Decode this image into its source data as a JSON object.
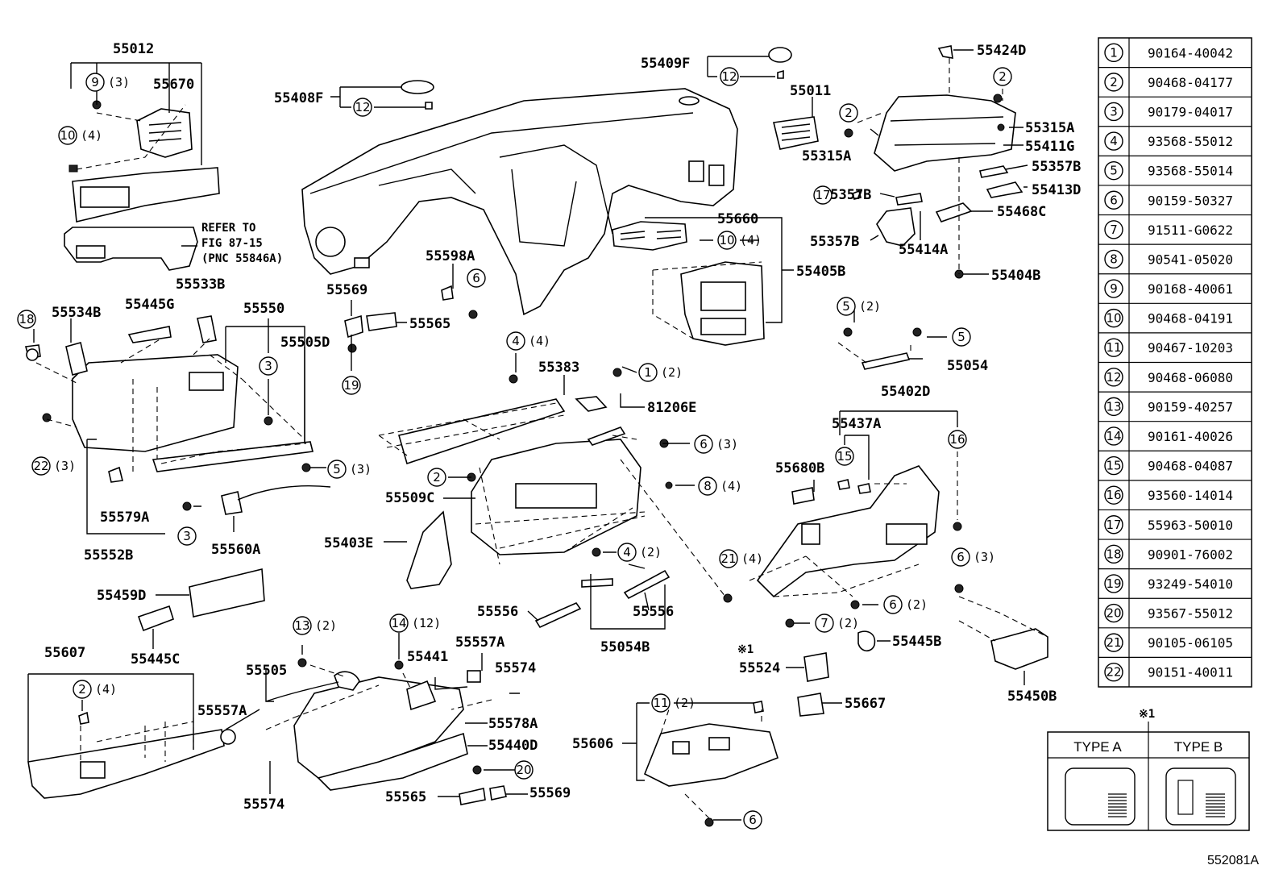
{
  "diagram_id": "552081A",
  "refer_note": [
    "REFER TO",
    "FIG 87-15",
    "(PNC 55846A)"
  ],
  "legend_title": "※1",
  "legend_types": [
    "TYPE A",
    "TYPE B"
  ],
  "part_table": [
    {
      "ref": "1",
      "part": "90164-40042"
    },
    {
      "ref": "2",
      "part": "90468-04177"
    },
    {
      "ref": "3",
      "part": "90179-04017"
    },
    {
      "ref": "4",
      "part": "93568-55012"
    },
    {
      "ref": "5",
      "part": "93568-55014"
    },
    {
      "ref": "6",
      "part": "90159-50327"
    },
    {
      "ref": "7",
      "part": "91511-G0622"
    },
    {
      "ref": "8",
      "part": "90541-05020"
    },
    {
      "ref": "9",
      "part": "90168-40061"
    },
    {
      "ref": "10",
      "part": "90468-04191"
    },
    {
      "ref": "11",
      "part": "90467-10203"
    },
    {
      "ref": "12",
      "part": "90468-06080"
    },
    {
      "ref": "13",
      "part": "90159-40257"
    },
    {
      "ref": "14",
      "part": "90161-40026"
    },
    {
      "ref": "15",
      "part": "90468-04087"
    },
    {
      "ref": "16",
      "part": "93560-14014"
    },
    {
      "ref": "17",
      "part": "55963-50010"
    },
    {
      "ref": "18",
      "part": "90901-76002"
    },
    {
      "ref": "19",
      "part": "93249-54010"
    },
    {
      "ref": "20",
      "part": "93567-55012"
    },
    {
      "ref": "21",
      "part": "90105-06105"
    },
    {
      "ref": "22",
      "part": "90151-40011"
    }
  ],
  "labels": [
    {
      "id": "l55012",
      "text": "55012"
    },
    {
      "id": "l55670",
      "text": "55670"
    },
    {
      "id": "l55409F",
      "text": "55409F"
    },
    {
      "id": "l55408F",
      "text": "55408F"
    },
    {
      "id": "l55011",
      "text": "55011"
    },
    {
      "id": "l55424D",
      "text": "55424D"
    },
    {
      "id": "l55315A_r",
      "text": "55315A"
    },
    {
      "id": "l55315A_l",
      "text": "55315A"
    },
    {
      "id": "l55411G",
      "text": "55411G"
    },
    {
      "id": "l55357B_r",
      "text": "55357B"
    },
    {
      "id": "l55357B_m",
      "text": "55357B"
    },
    {
      "id": "l55413D",
      "text": "55413D"
    },
    {
      "id": "l55468C",
      "text": "55468C"
    },
    {
      "id": "l55357B_l",
      "text": "55357B"
    },
    {
      "id": "l55414A",
      "text": "55414A"
    },
    {
      "id": "l55404B",
      "text": "55404B"
    },
    {
      "id": "l55660",
      "text": "55660"
    },
    {
      "id": "l55405B",
      "text": "55405B"
    },
    {
      "id": "l55598A",
      "text": "55598A"
    },
    {
      "id": "l55533B",
      "text": "55533B"
    },
    {
      "id": "l55534B",
      "text": "55534B"
    },
    {
      "id": "l55445G",
      "text": "55445G"
    },
    {
      "id": "l55550",
      "text": "55550"
    },
    {
      "id": "l55569_t",
      "text": "55569"
    },
    {
      "id": "l55565_t",
      "text": "55565"
    },
    {
      "id": "l55505D",
      "text": "55505D"
    },
    {
      "id": "l55383",
      "text": "55383"
    },
    {
      "id": "l81206E",
      "text": "81206E"
    },
    {
      "id": "l55054",
      "text": "55054"
    },
    {
      "id": "l55402D",
      "text": "55402D"
    },
    {
      "id": "l55437A",
      "text": "55437A"
    },
    {
      "id": "l55680B",
      "text": "55680B"
    },
    {
      "id": "l55509C",
      "text": "55509C"
    },
    {
      "id": "l55579A",
      "text": "55579A"
    },
    {
      "id": "l55560A",
      "text": "55560A"
    },
    {
      "id": "l55552B",
      "text": "55552B"
    },
    {
      "id": "l55403E",
      "text": "55403E"
    },
    {
      "id": "l55459D",
      "text": "55459D"
    },
    {
      "id": "l55445C",
      "text": "55445C"
    },
    {
      "id": "l55556_l",
      "text": "55556"
    },
    {
      "id": "l55556_r",
      "text": "55556"
    },
    {
      "id": "l55054B",
      "text": "55054B"
    },
    {
      "id": "l55607",
      "text": "55607"
    },
    {
      "id": "l55505",
      "text": "55505"
    },
    {
      "id": "l55557A_l",
      "text": "55557A"
    },
    {
      "id": "l55441",
      "text": "55441"
    },
    {
      "id": "l55557A_r",
      "text": "55557A"
    },
    {
      "id": "l55574_r",
      "text": "55574"
    },
    {
      "id": "l55578A",
      "text": "55578A"
    },
    {
      "id": "l55440D",
      "text": "55440D"
    },
    {
      "id": "l55574_b",
      "text": "55574"
    },
    {
      "id": "l55565_b",
      "text": "55565"
    },
    {
      "id": "l55569_b",
      "text": "55569"
    },
    {
      "id": "l55524",
      "text": "55524"
    },
    {
      "id": "l55667",
      "text": "55667"
    },
    {
      "id": "l55606",
      "text": "55606"
    },
    {
      "id": "l55445B",
      "text": "55445B"
    },
    {
      "id": "l55450B",
      "text": "55450B"
    },
    {
      "id": "lnote1",
      "text": "※1"
    }
  ],
  "callouts": [
    {
      "id": "c9",
      "num": "9",
      "qty": "(3)"
    },
    {
      "id": "c10a",
      "num": "10",
      "qty": "(4)"
    },
    {
      "id": "c12a",
      "num": "12",
      "qty": ""
    },
    {
      "id": "c12b",
      "num": "12",
      "qty": ""
    },
    {
      "id": "c2a",
      "num": "2",
      "qty": ""
    },
    {
      "id": "c2b",
      "num": "2",
      "qty": ""
    },
    {
      "id": "c17",
      "num": "17",
      "qty": ""
    },
    {
      "id": "c10b",
      "num": "10",
      "qty": "(4)"
    },
    {
      "id": "c6a",
      "num": "6",
      "qty": ""
    },
    {
      "id": "c18",
      "num": "18",
      "qty": ""
    },
    {
      "id": "c3a",
      "num": "3",
      "qty": ""
    },
    {
      "id": "c19",
      "num": "19",
      "qty": ""
    },
    {
      "id": "c4a",
      "num": "4",
      "qty": "(4)"
    },
    {
      "id": "c1",
      "num": "1",
      "qty": "(2)"
    },
    {
      "id": "c5a",
      "num": "5",
      "qty": "(2)"
    },
    {
      "id": "c5b",
      "num": "5",
      "qty": ""
    },
    {
      "id": "c16",
      "num": "16",
      "qty": ""
    },
    {
      "id": "c15",
      "num": "15",
      "qty": ""
    },
    {
      "id": "c22",
      "num": "22",
      "qty": "(3)"
    },
    {
      "id": "c5c",
      "num": "5",
      "qty": "(3)"
    },
    {
      "id": "c6b",
      "num": "6",
      "qty": "(3)"
    },
    {
      "id": "c2c",
      "num": "2",
      "qty": ""
    },
    {
      "id": "c8",
      "num": "8",
      "qty": "(4)"
    },
    {
      "id": "c3b",
      "num": "3",
      "qty": ""
    },
    {
      "id": "c4b",
      "num": "4",
      "qty": "(2)"
    },
    {
      "id": "c21",
      "num": "21",
      "qty": "(4)"
    },
    {
      "id": "c6c",
      "num": "6",
      "qty": "(3)"
    },
    {
      "id": "c6d",
      "num": "6",
      "qty": "(2)"
    },
    {
      "id": "c7",
      "num": "7",
      "qty": "(2)"
    },
    {
      "id": "c13",
      "num": "13",
      "qty": "(2)"
    },
    {
      "id": "c14",
      "num": "14",
      "qty": "(12)"
    },
    {
      "id": "c2d",
      "num": "2",
      "qty": "(4)"
    },
    {
      "id": "c11",
      "num": "11",
      "qty": "(2)"
    },
    {
      "id": "c20",
      "num": "20",
      "qty": ""
    },
    {
      "id": "c6e",
      "num": "6",
      "qty": ""
    }
  ]
}
